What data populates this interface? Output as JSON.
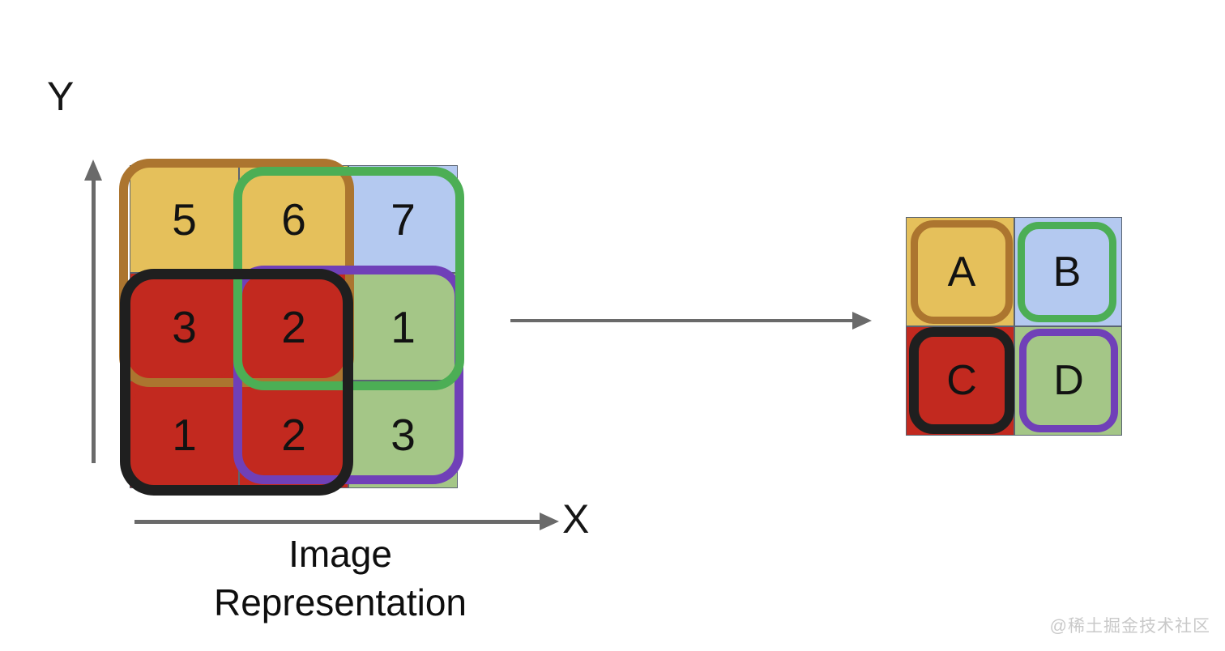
{
  "colors": {
    "yellow": "#E5C05B",
    "blue": "#B4C9F0",
    "red": "#C2291F",
    "green": "#A4C687",
    "ring_orange": "#AC752F",
    "ring_green": "#4CAE55",
    "ring_purple": "#7040B8",
    "ring_black": "#1F1F1F",
    "grid_line": "#5A6472",
    "axis": "#6A6A6A",
    "watermark": "#C9C9C9"
  },
  "y_axis_label": "Y",
  "x_axis_label": "X",
  "caption_line1": "Image",
  "caption_line2": "Representation",
  "watermark": "@稀土掘金技术社区",
  "left_grid": {
    "description": "3x3 image representation, values row-major top to bottom",
    "cells": [
      {
        "value": "5",
        "color": "#E5C05B"
      },
      {
        "value": "6",
        "color": "#E5C05B"
      },
      {
        "value": "7",
        "color": "#B4C9F0"
      },
      {
        "value": "3",
        "color": "#C2291F"
      },
      {
        "value": "2",
        "color": "#C2291F"
      },
      {
        "value": "1",
        "color": "#A4C687"
      },
      {
        "value": "1",
        "color": "#C2291F"
      },
      {
        "value": "2",
        "color": "#C2291F"
      },
      {
        "value": "3",
        "color": "#A4C687"
      }
    ]
  },
  "pooling_windows": [
    {
      "name": "top-left",
      "color": "#AC752F",
      "covers": [
        "5",
        "6",
        "3",
        "2"
      ],
      "output": "A"
    },
    {
      "name": "bottom-right",
      "color": "#7040B8",
      "covers": [
        "2",
        "1",
        "2",
        "3"
      ],
      "output": "D"
    },
    {
      "name": "top-right",
      "color": "#4CAE55",
      "covers": [
        "6",
        "7",
        "2",
        "1"
      ],
      "output": "B"
    },
    {
      "name": "bottom-left",
      "color": "#1F1F1F",
      "covers": [
        "3",
        "2",
        "1",
        "2"
      ],
      "output": "C"
    }
  ],
  "right_grid": {
    "description": "2x2 pooled output",
    "cells": [
      {
        "label": "A",
        "fill": "#E5C05B",
        "ring": "#AC752F"
      },
      {
        "label": "B",
        "fill": "#B4C9F0",
        "ring": "#4CAE55"
      },
      {
        "label": "C",
        "fill": "#C2291F",
        "ring": "#1F1F1F"
      },
      {
        "label": "D",
        "fill": "#A4C687",
        "ring": "#7040B8"
      }
    ]
  }
}
